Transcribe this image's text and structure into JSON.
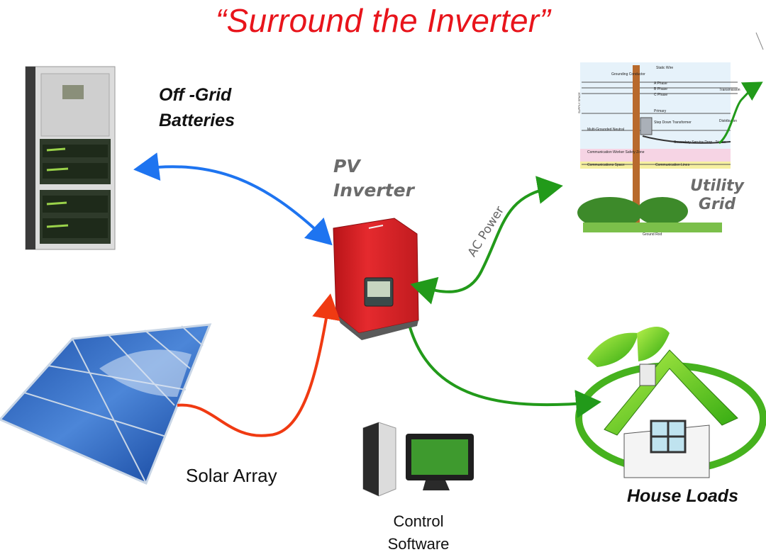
{
  "title": "“Surround the Inverter”",
  "nodes": {
    "batteries": {
      "line1": "Off -Grid",
      "line2": "Batteries"
    },
    "inverter": {
      "line1": "PV",
      "line2": "Inverter"
    },
    "utility": {
      "line1": "Utility",
      "line2": "Grid"
    },
    "solar": {
      "label": "Solar Array"
    },
    "control": {
      "line1": "Control",
      "line2": "Software"
    },
    "house": {
      "label": "House Loads"
    }
  },
  "edges": {
    "ac_power": "AC Power"
  },
  "pole_labels": {
    "static_wire": "Static Wire",
    "grounding": "Grounding Conductor",
    "a_phase": "A Phase",
    "b_phase": "B Phase",
    "c_phase": "C Phase",
    "transmission": "Transmission",
    "supply_space": "SUPPLY SPACE",
    "primary": "Primary",
    "step_down": "Step Down Transformer",
    "distribution": "Distribution",
    "neutral": "Multi-Grounded Neutral",
    "secondary": "Secondary Service Drop - Triplex",
    "comm_zone": "Communication Worker Safety Zone",
    "comm_space": "Communications Space",
    "comm_lines": "Communication Lines",
    "ground_rod": "Ground Rod"
  },
  "colors": {
    "title": "#e8141b",
    "battery_link": "#1e74f0",
    "solar_link": "#f03a12",
    "ac_link": "#229a1a",
    "inverter_body": "#e0262a"
  }
}
